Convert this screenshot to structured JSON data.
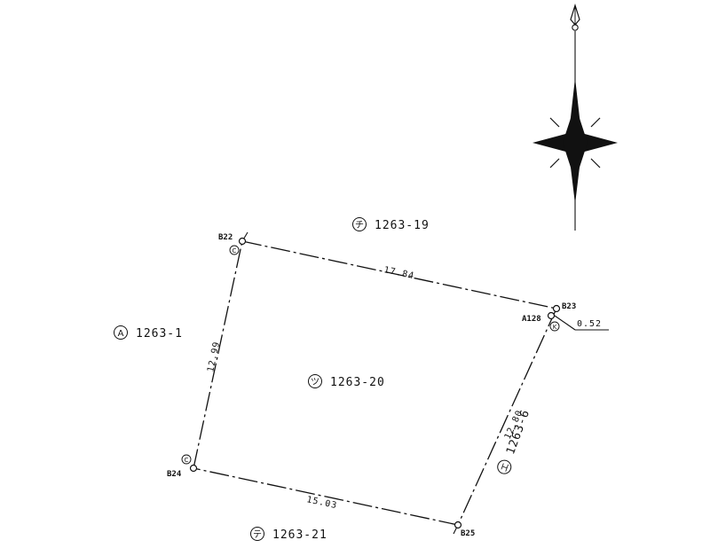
{
  "parcels": {
    "north": {
      "mark": "チ",
      "number": "1263-19"
    },
    "west": {
      "mark": "A",
      "number": "1263-1"
    },
    "center": {
      "mark": "ツ",
      "number": "1263-20"
    },
    "east": {
      "mark": "エ",
      "number": "1263-6"
    },
    "south": {
      "mark": "テ",
      "number": "1263-21"
    }
  },
  "points": {
    "b22": {
      "label": "B22",
      "mark": "C"
    },
    "b23": {
      "label": "B23"
    },
    "a128": {
      "label": "A128",
      "mark": "K"
    },
    "b24": {
      "label": "B24",
      "mark": "C"
    },
    "b25": {
      "label": "B25"
    }
  },
  "dimensions": {
    "top": "17.84",
    "left": "12.99",
    "right": "12.80",
    "bottom": "15.03",
    "offset": "0.52"
  },
  "colors": {
    "ink": "#111111",
    "paper": "#ffffff"
  },
  "icons": {
    "compass": "north-arrow-compass-icon"
  }
}
